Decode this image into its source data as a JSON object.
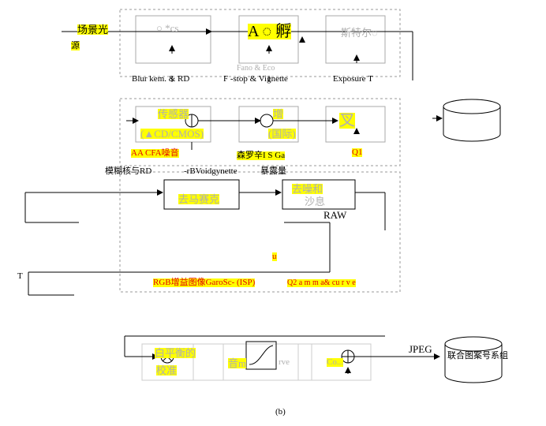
{
  "labels": {
    "scene_light": "场景光",
    "scene_light_cont": "源",
    "lens_block_text": "○ *cs",
    "aperture_text": "A ◌ 孵",
    "shutter_text": "斯特尔◌",
    "blur_kern": "Blur kem. & RD",
    "fstop_vig": "F -stop & Vignette",
    "exposure_t": "Exposure T",
    "fstop_ghost": "Fano & Eco",
    "sensor_label": "传感器",
    "ccd_cmos": "(▲CD/CMOS)",
    "aa_cfa_noise": "AA CFA噪音",
    "gain_label": "增",
    "intl": "(国际)",
    "snr_gain": "森罗辛I S Ga",
    "adc_label": "叉",
    "q1": "Q1",
    "blur_rd_cn": "模糊核与RD",
    "rbv_vignette": "-rBVoidgynette",
    "exposure_cn": "暴露量",
    "demosaic": "去马赛克",
    "denoise": "去噪和",
    "denoise2": "沙息",
    "raw": "RAW",
    "u_mark": "u",
    "t_mark": "T",
    "rgb_gain_isp": "RGB增益图像GaroSc- (ISP)",
    "q2_gamma": "Q2 a m m a& cu r v e",
    "white_balance": "白平衡的",
    "white_balance2": "校准",
    "tone_curve_a": "音m",
    "tone_curve_b": "rve",
    "compress": "Co...",
    "jpeg": "JPEG",
    "camera_out": "联合图案号系组",
    "caption": "(b)"
  }
}
